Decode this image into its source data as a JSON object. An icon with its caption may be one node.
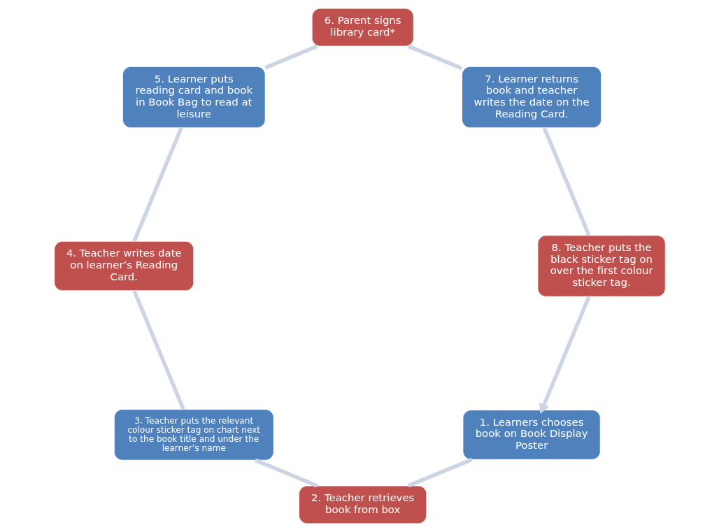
{
  "diagram": {
    "nodes": [
      {
        "text": [
          "1. Learners chooses book on Book Display Poster"
        ]
      },
      {
        "text": [
          "2. Teacher retrieves book from box"
        ]
      },
      {
        "text": [
          "3. Teacher puts the relevant colour sticker tag on chart next to the book title and under the learner’s name"
        ]
      },
      {
        "text": [
          "4. Teacher writes date on learner’s Reading Card."
        ]
      },
      {
        "text": [
          "5. Learner puts reading card and book in Book Bag to read at leisure"
        ]
      },
      {
        "text": [
          "6. Parent signs library card*"
        ]
      },
      {
        "text": [
          "7. Learner returns book and teacher writes the date on the Reading Card."
        ]
      },
      {
        "text": [
          "8. Teacher puts the black sticker tag on over the first colour sticker tag."
        ]
      }
    ],
    "edges": [
      {
        "from": 0,
        "to": 1,
        "arrow": "none"
      },
      {
        "from": 1,
        "to": 2,
        "arrow": "none"
      },
      {
        "from": 2,
        "to": 3,
        "arrow": "none"
      },
      {
        "from": 3,
        "to": 4,
        "arrow": "none"
      },
      {
        "from": 4,
        "to": 5,
        "arrow": "none"
      },
      {
        "from": 5,
        "to": 6,
        "arrow": "none"
      },
      {
        "from": 6,
        "to": 7,
        "arrow": "none"
      },
      {
        "from": 7,
        "to": 0,
        "arrow": "to"
      }
    ]
  }
}
